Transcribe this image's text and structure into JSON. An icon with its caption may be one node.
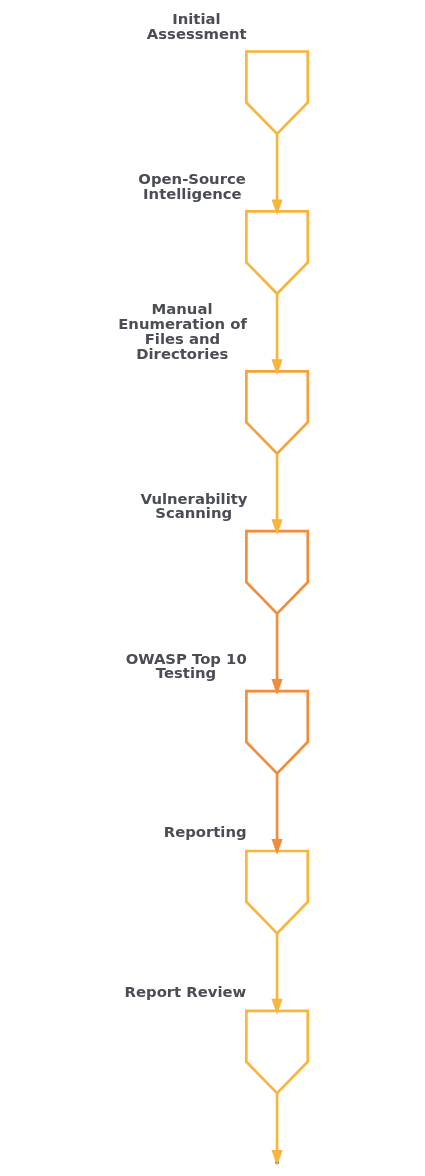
{
  "diagram": {
    "nodes": [
      {
        "text": [],
        "shape": "chevron",
        "beside": [
          "Initial Assessment"
        ]
      },
      {
        "text": [],
        "shape": "chevron",
        "beside": [
          "Open-Source Intelligence"
        ]
      },
      {
        "text": [],
        "shape": "chevron",
        "beside": [
          "Manual Enumeration of Files and Directories"
        ]
      },
      {
        "text": [],
        "shape": "chevron",
        "beside": [
          "Vulnerability Scanning"
        ]
      },
      {
        "text": [],
        "shape": "chevron",
        "beside": [
          "OWASP Top 10 Testing"
        ]
      },
      {
        "text": [],
        "shape": "chevron",
        "beside": [
          "Reporting"
        ]
      },
      {
        "text": [],
        "shape": "chevron",
        "beside": [
          "Report Review"
        ]
      }
    ],
    "edges": [
      {
        "from": 0,
        "to": 1,
        "arrow": "to"
      },
      {
        "from": 1,
        "to": 2,
        "arrow": "to"
      },
      {
        "from": 2,
        "to": 3,
        "arrow": "to"
      },
      {
        "from": 3,
        "to": 4,
        "arrow": "to",
        "color": "#f28c38"
      },
      {
        "from": 4,
        "to": 5,
        "arrow": "to",
        "color": "#f28c38"
      },
      {
        "from": 5,
        "to": 6,
        "arrow": "to"
      },
      {
        "from": 6,
        "to": null,
        "arrow": "to"
      }
    ]
  }
}
